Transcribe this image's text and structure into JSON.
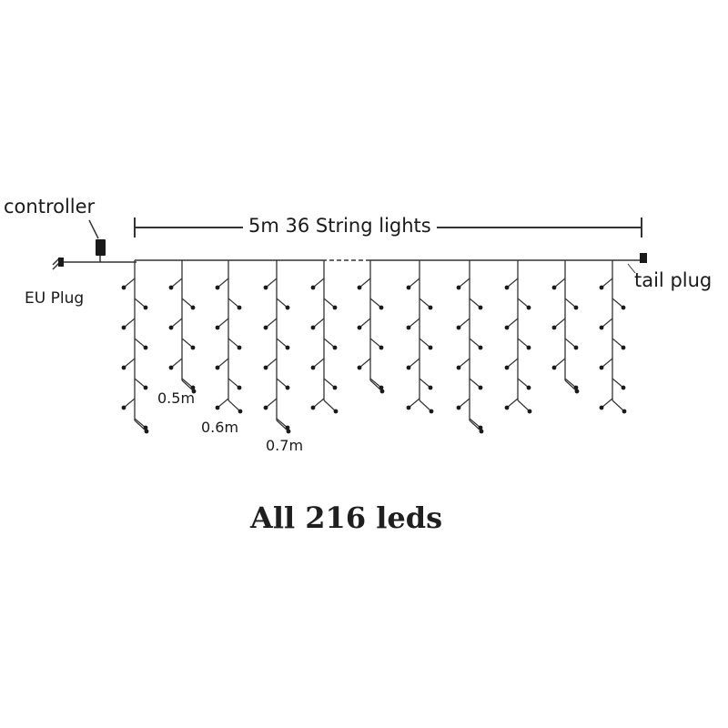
{
  "labels": {
    "controller": "controller",
    "eu_plug": "EU Plug",
    "span": "5m 36 String lights",
    "tail_plug": "tail plug",
    "len_short": "0.5m",
    "len_medium": "0.6m",
    "len_long": "0.7m",
    "total": "All 216 leds"
  },
  "icons": {
    "plug": "eu-plug-icon",
    "controller": "controller-box-icon",
    "tail": "tail-plug-icon"
  },
  "colors": {
    "wire": "#333333",
    "led": "#1a1a1a",
    "text": "#1a1a1a"
  },
  "drop_pattern": [
    "0.7m",
    "0.5m",
    "0.6m",
    "0.7m",
    "0.6m",
    "0.5m",
    "0.6m",
    "0.7m",
    "0.6m",
    "0.5m",
    "0.6m"
  ]
}
